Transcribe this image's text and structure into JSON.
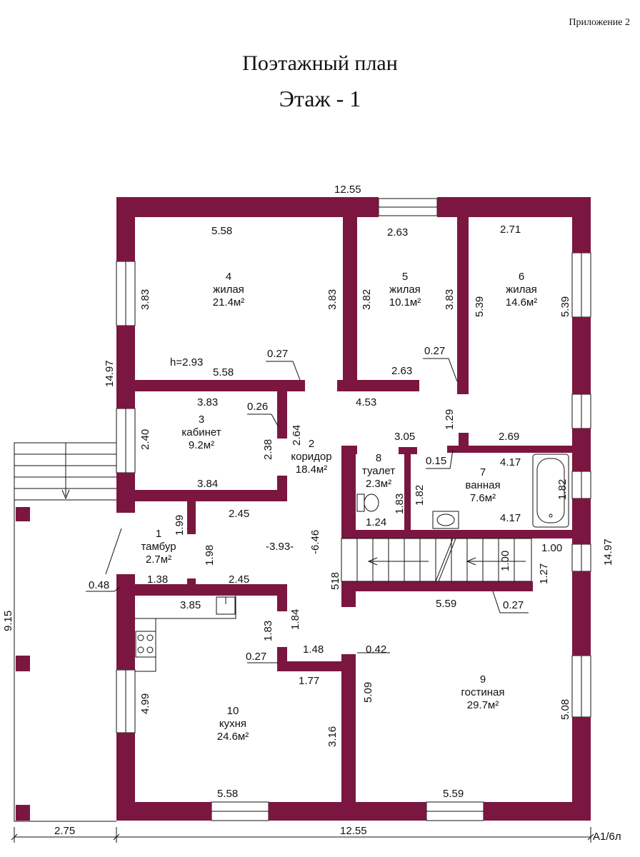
{
  "header": {
    "annex": "Приложение 2",
    "title": "Поэтажный план",
    "floor": "Этаж - 1"
  },
  "colors": {
    "wall": "#7b1640",
    "line": "#111111",
    "paper": "#ffffff"
  },
  "rooms": [
    {
      "num": "1",
      "name": "тамбур",
      "area": "2.7м²"
    },
    {
      "num": "2",
      "name": "коридор",
      "area": "18.4м²"
    },
    {
      "num": "3",
      "name": "кабинет",
      "area": "9.2м²"
    },
    {
      "num": "4",
      "name": "жилая",
      "area": "21.4м²"
    },
    {
      "num": "5",
      "name": "жилая",
      "area": "10.1м²"
    },
    {
      "num": "6",
      "name": "жилая",
      "area": "14.6м²"
    },
    {
      "num": "7",
      "name": "ванная",
      "area": "7.6м²"
    },
    {
      "num": "8",
      "name": "туалет",
      "area": "2.3м²"
    },
    {
      "num": "9",
      "name": "гостиная",
      "area": "29.7м²"
    },
    {
      "num": "10",
      "name": "кухня",
      "area": "24.6м²"
    }
  ],
  "dims": {
    "top_total": "12.55",
    "bottom_total": "12.55",
    "porch_width": "2.75",
    "left_total": "14.97",
    "right_total": "14.97",
    "porch_height": "9.15",
    "r4_top": "5.58",
    "r4_left": "3.83",
    "r4_right": "3.83",
    "r4_bottom": "5.58",
    "ceiling_h": "h=2.93",
    "wall_027_a": "0.27",
    "r5_top": "2.63",
    "r5_left": "3.82",
    "r5_right": "3.83",
    "r5_bottom": "2.63",
    "r6_top": "2.71",
    "r6_left": "5.39",
    "r6_right": "5.39",
    "wall_027_b": "0.27",
    "r3_top": "3.83",
    "wall_026": "0.26",
    "r3_left": "2.40",
    "r3_right": "2.38",
    "corr_264": "2.64",
    "corr_453": "4.53",
    "corr_129": "1.29",
    "r3_bottom": "3.84",
    "r8_top": "3.05",
    "r8_left": "1.82",
    "r8_right": "1.83",
    "r8_bottom": "1.24",
    "wall_015": "0.15",
    "r7_top": "2.69",
    "r7_a": "4.17",
    "r7_b": "4.17",
    "r7_right": "1.82",
    "vest_199": "1.99",
    "vest_245a": "2.45",
    "vest_198": "1.98",
    "corr_393": "-3.93-",
    "corr_646": "-6.46",
    "stair_518": "518",
    "stair_100a": "1.00",
    "stair_100b": "1.00",
    "stair_127": "1.27",
    "wall_048": "0.48",
    "vest_138": "1.38",
    "vest_245b": "2.45",
    "r9_top": "5.59",
    "wall_027_c": "0.27",
    "r10_top": "3.85",
    "kit_183": "1.83",
    "kit_184": "1.84",
    "wall_027_d": "0.27",
    "kit_148": "1.48",
    "wall_042": "0.42",
    "kit_177": "1.77",
    "r10_left": "4.99",
    "r10_right": "3.16",
    "r9_left": "5.09",
    "r9_right": "5.08",
    "r10_bottom": "5.58",
    "r9_bottom": "5.59"
  },
  "corner_note": "А1/6л"
}
